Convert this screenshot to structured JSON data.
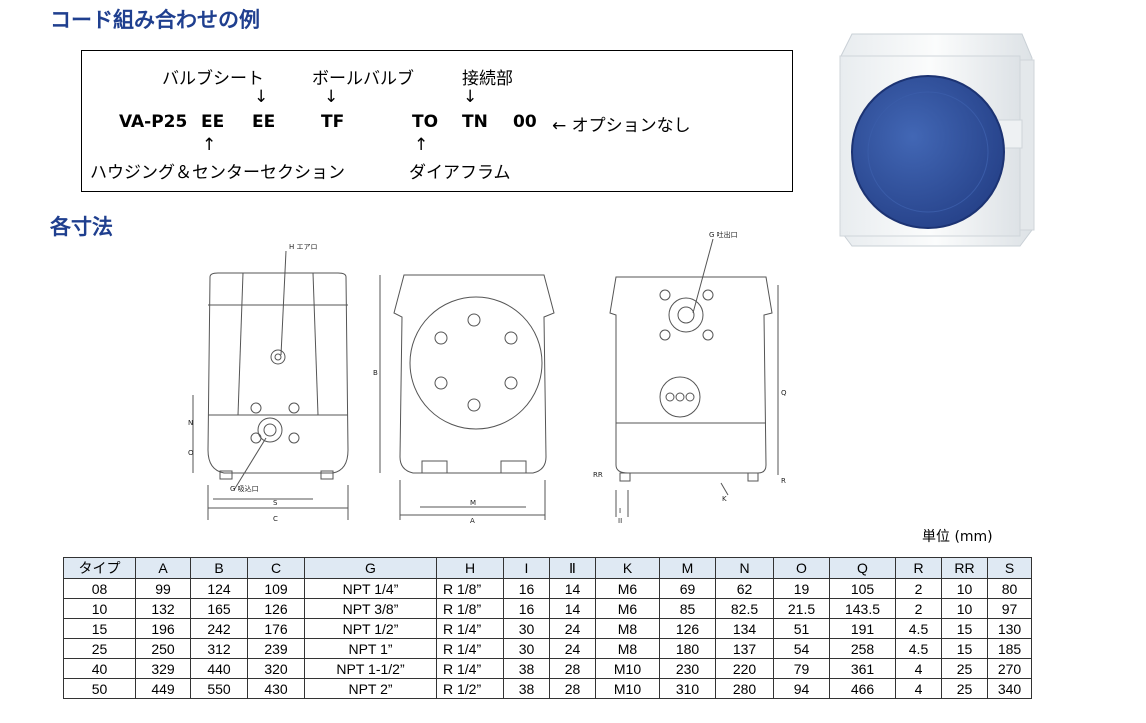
{
  "headings": {
    "code_example": "コード組み合わせの例",
    "dimensions": "各寸法"
  },
  "code": {
    "label_valve_seat": "バルブシート",
    "label_ball_valve": "ボールバルブ",
    "label_connection": "接続部",
    "down_arrow": "↓",
    "up_arrow": "↑",
    "parts": [
      "VA-P25",
      "EE",
      "EE",
      "TF",
      "TO",
      "TN",
      "00"
    ],
    "option_note": "← オプションなし",
    "label_housing": "ハウジング＆センターセクション",
    "label_diaphragm": "ダイアフラム"
  },
  "drawing_labels": {
    "h_air": "H エアロ",
    "g_suction": "G 吸込口",
    "g_discharge": "G 吐出口",
    "k": "K",
    "b": "B",
    "n": "N",
    "o": "O",
    "q": "Q",
    "r": "R",
    "rr": "RR",
    "s": "S",
    "c": "C",
    "m": "M",
    "a": "A",
    "i": "I",
    "ii": "II"
  },
  "unit": "単位 (mm)",
  "table": {
    "headers": [
      "タイプ",
      "A",
      "B",
      "C",
      "G",
      "H",
      "I",
      "Ⅱ",
      "K",
      "M",
      "N",
      "O",
      "Q",
      "R",
      "RR",
      "S"
    ],
    "rows": [
      [
        "08",
        "99",
        "124",
        "109",
        "NPT 1/4”",
        "R 1/8”",
        "16",
        "14",
        "M6",
        "69",
        "62",
        "19",
        "105",
        "2",
        "10",
        "80"
      ],
      [
        "10",
        "132",
        "165",
        "126",
        "NPT 3/8”",
        "R 1/8”",
        "16",
        "14",
        "M6",
        "85",
        "82.5",
        "21.5",
        "143.5",
        "2",
        "10",
        "97"
      ],
      [
        "15",
        "196",
        "242",
        "176",
        "NPT 1/2”",
        "R 1/4”",
        "30",
        "24",
        "M8",
        "126",
        "134",
        "51",
        "191",
        "4.5",
        "15",
        "130"
      ],
      [
        "25",
        "250",
        "312",
        "239",
        "NPT 1”",
        "R 1/4”",
        "30",
        "24",
        "M8",
        "180",
        "137",
        "54",
        "258",
        "4.5",
        "15",
        "185"
      ],
      [
        "40",
        "329",
        "440",
        "320",
        "NPT 1-1/2”",
        "R 1/4”",
        "38",
        "28",
        "M10",
        "230",
        "220",
        "79",
        "361",
        "4",
        "25",
        "270"
      ],
      [
        "50",
        "449",
        "550",
        "430",
        "NPT 2”",
        "R 1/2”",
        "38",
        "28",
        "M10",
        "310",
        "280",
        "94",
        "466",
        "4",
        "25",
        "340"
      ]
    ]
  },
  "colors": {
    "heading": "#1f3f8f",
    "table_header_bg": "#dfe9f3",
    "diaphragm_blue": "#2b4f9e"
  }
}
